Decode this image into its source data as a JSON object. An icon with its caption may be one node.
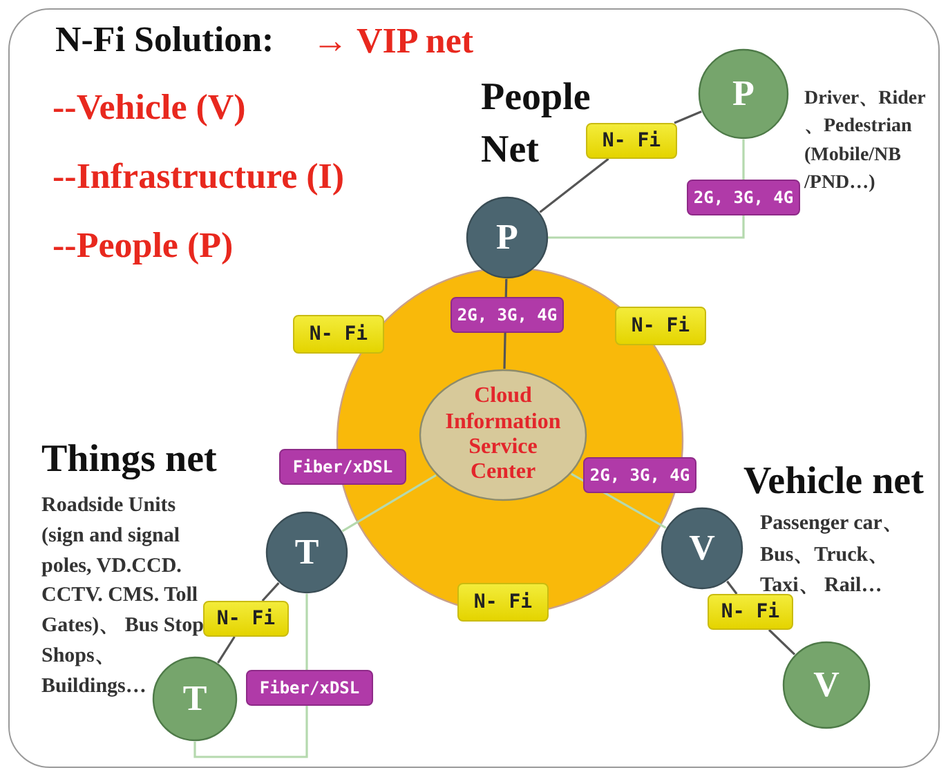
{
  "diagram": {
    "title": "N-Fi Solution:",
    "nodes": [
      {
        "text": [],
        "shape": "circle"
      },
      {
        "text": [
          "Cloud Information Service Center"
        ],
        "in": 0
      },
      {
        "text": [
          "P"
        ]
      },
      {
        "text": [
          "P"
        ]
      },
      {
        "text": [
          "T"
        ]
      },
      {
        "text": [
          "T"
        ]
      },
      {
        "text": [
          "V"
        ]
      },
      {
        "text": [
          "V"
        ]
      },
      {
        "text": [
          "N- Fi"
        ]
      },
      {
        "text": [
          "N- Fi"
        ]
      },
      {
        "text": [
          "N- Fi"
        ]
      },
      {
        "text": [
          "N- Fi"
        ]
      },
      {
        "text": [
          "N- Fi"
        ]
      },
      {
        "text": [
          "N- Fi"
        ]
      }
    ],
    "edges": [
      {
        "from": 2,
        "to": 1,
        "arrow": "none",
        "label": "2G, 3G, 4G"
      },
      {
        "from": 4,
        "to": 1,
        "arrow": "none",
        "label": "Fiber/xDSL",
        "color": "#b5d9ae"
      },
      {
        "from": 6,
        "to": 1,
        "arrow": "none",
        "label": "2G, 3G, 4G",
        "color": "#b5d9ae"
      },
      {
        "from": 2,
        "to": 11,
        "arrow": "none"
      },
      {
        "from": 11,
        "to": 3,
        "arrow": "none"
      },
      {
        "from": 2,
        "to": 3,
        "arrow": "none",
        "label": "2G, 3G, 4G",
        "color": "#b5d9ae"
      },
      {
        "from": 4,
        "to": 12,
        "arrow": "none"
      },
      {
        "from": 12,
        "to": 5,
        "arrow": "none"
      },
      {
        "from": 4,
        "to": 5,
        "arrow": "none",
        "label": "Fiber/xDSL",
        "color": "#b5d9ae"
      },
      {
        "from": 6,
        "to": 13,
        "arrow": "none"
      },
      {
        "from": 13,
        "to": 7,
        "arrow": "none"
      }
    ],
    "labels": [
      "→ VIP net",
      "--Vehicle (V)",
      "--Infrastructure (I)",
      "--People (P)",
      "People Net",
      "Driver、Rider 、Pedestrian (Mobile/NB /PND…)",
      "Things net",
      "Roadside Units (sign and signal poles, VD.CCD. CCTV. CMS. Toll Gates)、 Bus Stop Shops、 Buildings…",
      "Vehicle net",
      "Passenger car、 Bus、Truck、 Taxi、 Rail…"
    ]
  }
}
